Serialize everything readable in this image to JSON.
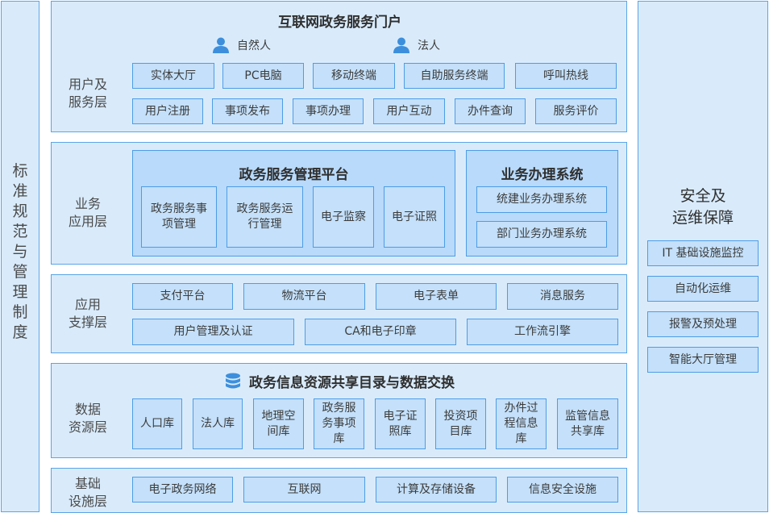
{
  "left_column": {
    "label": "标准规范与管理制度"
  },
  "right_column": {
    "title_line1": "安全及",
    "title_line2": "运维保障",
    "items": [
      "IT 基础设施监控",
      "自动化运维",
      "报警及预处理",
      "智能大厅管理"
    ]
  },
  "user_layer": {
    "label_line1": "用户及",
    "label_line2": "服务层",
    "title": "互联网政务服务门户",
    "people": [
      "自然人",
      "法人"
    ],
    "row1": [
      "实体大厅",
      "PC电脑",
      "移动终端",
      "自助服务终端",
      "呼叫热线"
    ],
    "row2": [
      "用户注册",
      "事项发布",
      "事项办理",
      "用户互动",
      "办件查询",
      "服务评价"
    ]
  },
  "business_layer": {
    "label_line1": "业务",
    "label_line2": "应用层",
    "platform": {
      "title": "政务服务管理平台",
      "items": [
        "政务服务事项管理",
        "政务服务运行管理",
        "电子监察",
        "电子证照"
      ]
    },
    "system": {
      "title": "业务办理系统",
      "items": [
        "统建业务办理系统",
        "部门业务办理系统"
      ]
    }
  },
  "support_layer": {
    "label_line1": "应用",
    "label_line2": "支撑层",
    "row1": [
      "支付平台",
      "物流平台",
      "电子表单",
      "消息服务"
    ],
    "row2": [
      "用户管理及认证",
      "CA和电子印章",
      "工作流引擎"
    ]
  },
  "data_layer": {
    "label_line1": "数据",
    "label_line2": "资源层",
    "title": "政务信息资源共享目录与数据交换",
    "items": [
      "人口库",
      "法人库",
      "地理空间库",
      "政务服务事项库",
      "电子证照库",
      "投资项目库",
      "办件过程信息库",
      "监管信息共享库"
    ]
  },
  "infra_layer": {
    "label_line1": "基础",
    "label_line2": "设施层",
    "items": [
      "电子政务网络",
      "互联网",
      "计算及存储设备",
      "信息安全设施"
    ]
  },
  "colors": {
    "panel_bg": "#d9ebfb",
    "box_bg": "#c4e0fa",
    "border": "#4d9de6",
    "icon": "#3d8fdc"
  }
}
